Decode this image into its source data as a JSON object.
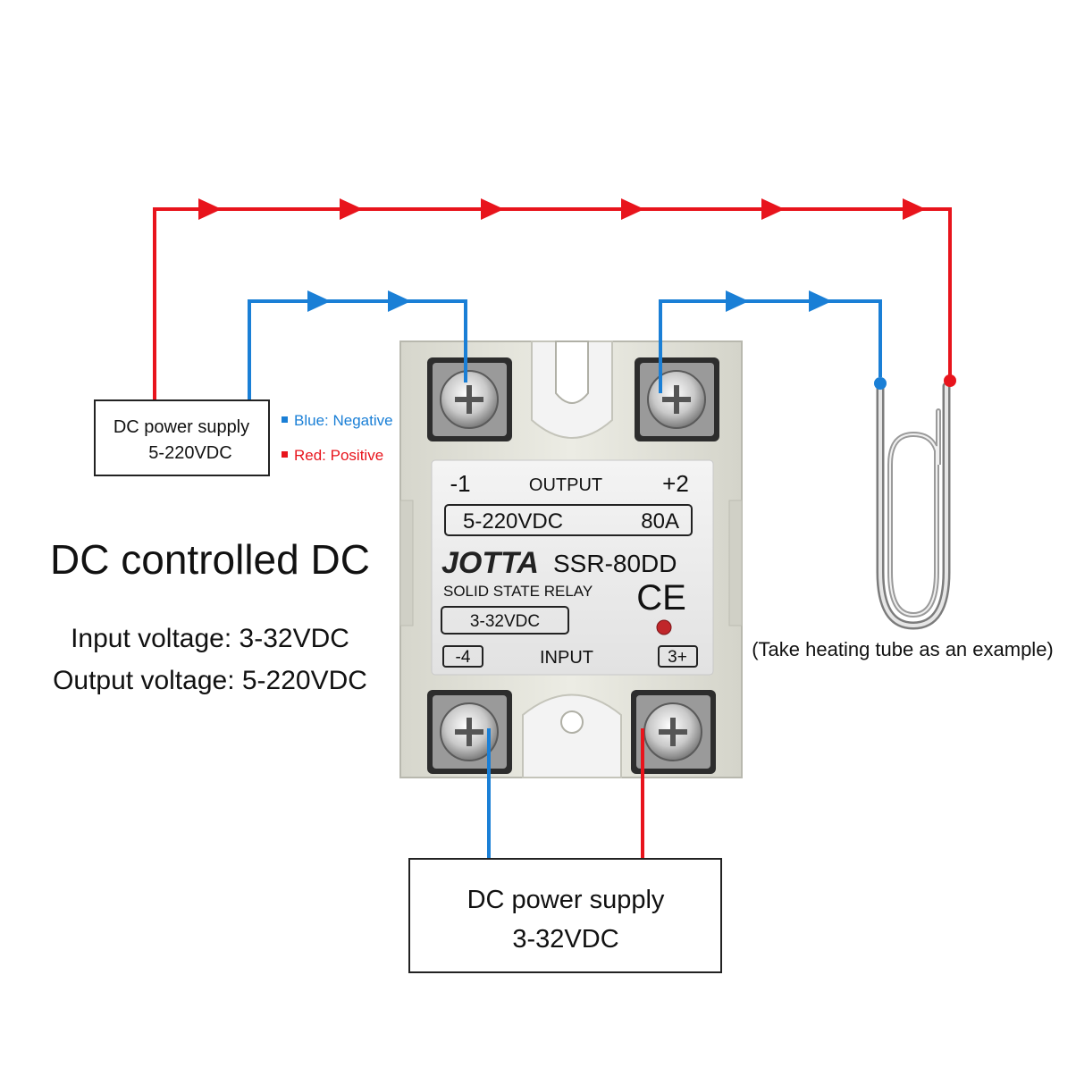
{
  "power_supply_output": {
    "line1": "DC power supply",
    "line2": "5-220VDC"
  },
  "legend": {
    "blue_label": "Blue: Negative",
    "red_label": "Red: Positive"
  },
  "heading": {
    "title": "DC controlled DC",
    "input_voltage": "Input voltage: 3-32VDC",
    "output_voltage": "Output voltage: 5-220VDC"
  },
  "relay": {
    "terminal_minus_1": "-1",
    "output_label": "OUTPUT",
    "terminal_plus_2": "+2",
    "output_rating": "5-220VDC",
    "current_rating": "80A",
    "brand": "JOTTA",
    "model": "SSR-80DD",
    "type_label": "SOLID STATE RELAY",
    "ce_mark": "CE",
    "input_rating": "3-32VDC",
    "terminal_minus_4": "-4",
    "input_label": "INPUT",
    "terminal_plus_3": "3+"
  },
  "load": {
    "caption": "(Take heating tube as an example)"
  },
  "power_supply_input": {
    "line1": "DC power supply",
    "line2": "3-32VDC"
  },
  "colors": {
    "positive_wire": "#e8141c",
    "negative_wire": "#1a7fd6",
    "relay_body": "#e4e4da",
    "relay_label": "#eeeeee"
  }
}
